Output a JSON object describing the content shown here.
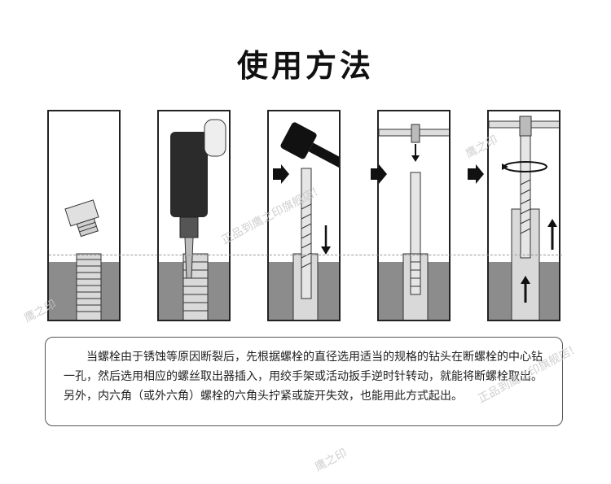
{
  "title": "使用方法",
  "description": "当螺栓由于锈蚀等原因断裂后，先根据螺栓的直径选用适当的规格的钻头在断螺栓的中心钻一孔，然后选用相应的螺丝取出器插入，用绞手架或活动扳手逆时针转动，就能将断螺栓取出。另外，内六角（或外六角）螺栓的六角头拧紧或旋开失效，也能用此方式起出。",
  "watermarks": [
    "鹰之印",
    "正品到鹰之印旗舰店!",
    "正品到鹰之印旗舰店!",
    "鹰之印",
    "鹰之印"
  ],
  "steps": [
    {
      "icon": "broken-bolt-icon"
    },
    {
      "icon": "drill-icon"
    },
    {
      "icon": "hammer-extractor-icon"
    },
    {
      "icon": "tap-wrench-insert-icon"
    },
    {
      "icon": "rotate-extract-icon"
    }
  ],
  "colors": {
    "ground": "#8c8c8c",
    "border": "#222222",
    "text": "#222222"
  }
}
